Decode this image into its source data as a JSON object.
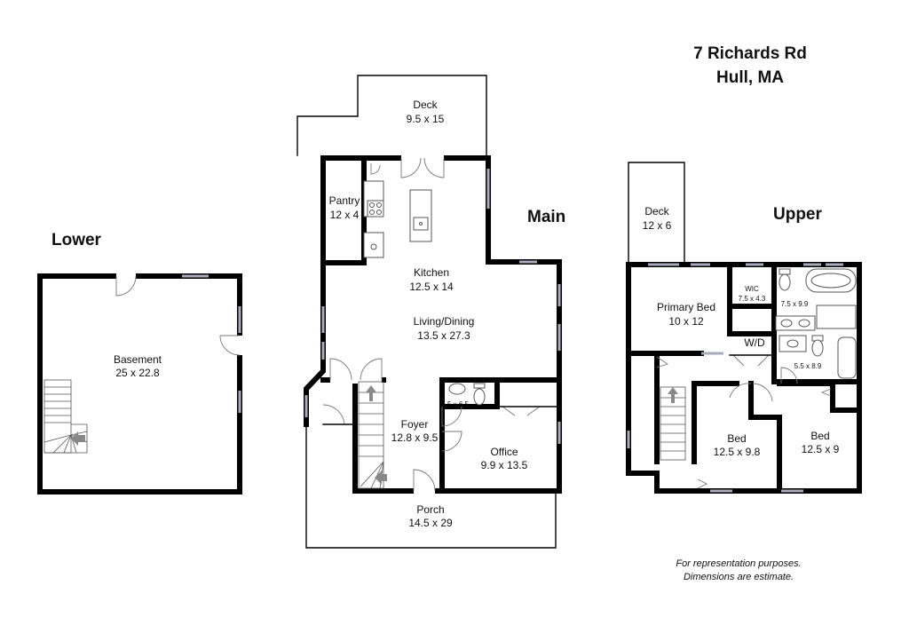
{
  "address": {
    "line1": "7 Richards Rd",
    "line2": "Hull, MA"
  },
  "floors": {
    "lower": "Lower",
    "main": "Main",
    "upper": "Upper"
  },
  "rooms": {
    "basement": {
      "name": "Basement",
      "dim": "25 x 22.8"
    },
    "deck_main": {
      "name": "Deck",
      "dim": "9.5 x 15"
    },
    "pantry": {
      "name": "Pantry",
      "dim": "12 x 4"
    },
    "kitchen": {
      "name": "Kitchen",
      "dim": "12.5 x 14"
    },
    "living": {
      "name": "Living/Dining",
      "dim": "13.5 x 27.3"
    },
    "bath_main": {
      "dim": "5 x 6.5"
    },
    "foyer": {
      "name": "Foyer",
      "dim": "12.8 x 9.5"
    },
    "office": {
      "name": "Office",
      "dim": "9.9 x 13.5"
    },
    "porch": {
      "name": "Porch",
      "dim": "14.5 x 29"
    },
    "deck_upper": {
      "name": "Deck",
      "dim": "12 x 6"
    },
    "primary_bed": {
      "name": "Primary Bed",
      "dim": "10 x 12"
    },
    "wic": {
      "name": "WIC",
      "dim": "7.5 x 4.3"
    },
    "primary_bath": {
      "dim": "7.5 x 9.9"
    },
    "laundry": {
      "name": "W/D"
    },
    "bath_upper": {
      "dim": "5.5 x 8.9"
    },
    "bed1": {
      "name": "Bed",
      "dim": "12.5 x 9.8"
    },
    "bed2": {
      "name": "Bed",
      "dim": "12.5 x 9"
    }
  },
  "disclaimer": {
    "line1": "For representation purposes.",
    "line2": "Dimensions are estimate."
  }
}
